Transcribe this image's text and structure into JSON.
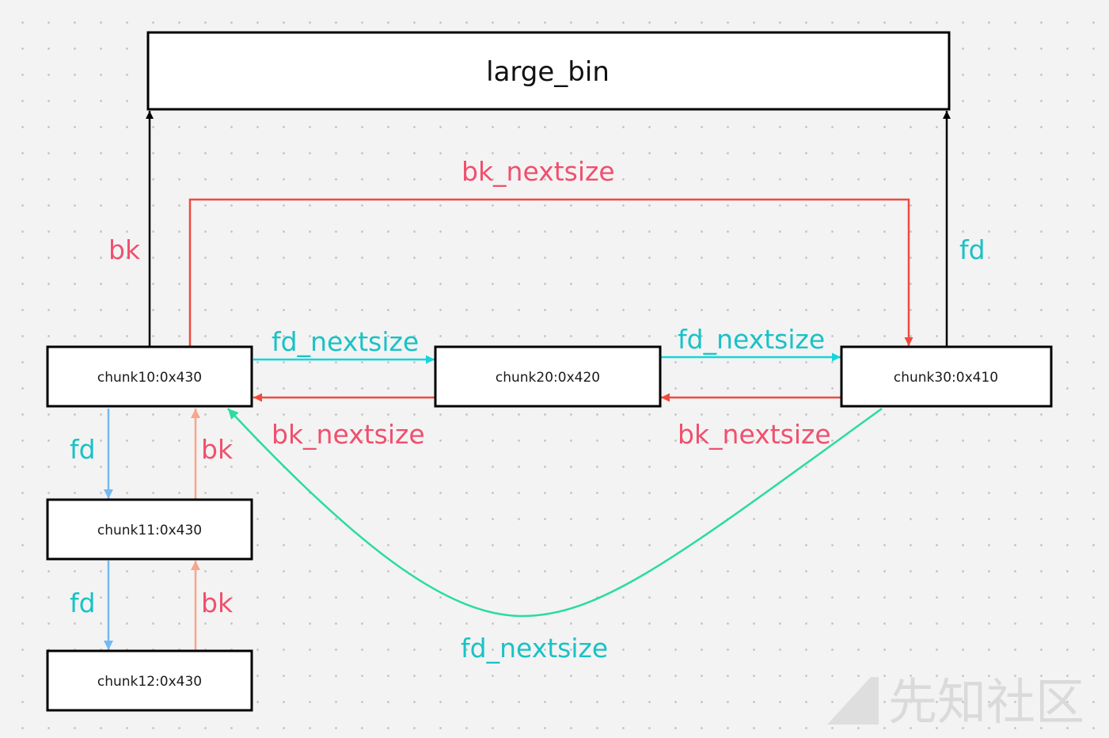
{
  "bin": {
    "title": "large_bin"
  },
  "chunks": {
    "c10": "chunk10:0x430",
    "c20": "chunk20:0x420",
    "c30": "chunk30:0x410",
    "c11": "chunk11:0x430",
    "c12": "chunk12:0x430"
  },
  "labels": {
    "bk_top": "bk",
    "fd_top": "fd",
    "bk_nextsize_top": "bk_nextsize",
    "fd_nextsize_10_20": "fd_nextsize",
    "fd_nextsize_20_30": "fd_nextsize",
    "bk_nextsize_20_10": "bk_nextsize",
    "bk_nextsize_30_20": "bk_nextsize",
    "fd_10_11": "fd",
    "bk_11_10": "bk",
    "fd_11_12": "fd",
    "bk_12_11": "bk",
    "fd_nextsize_30_10": "fd_nextsize"
  },
  "colors": {
    "black": "#000000",
    "red": "#f04a3e",
    "cyan": "#12d6dc",
    "green": "#2bdc9c",
    "blue": "#74b9f2",
    "salmon": "#f7a58c",
    "label_red": "#f0506e",
    "label_cyan": "#19c2c6"
  },
  "watermark": "先知社区"
}
